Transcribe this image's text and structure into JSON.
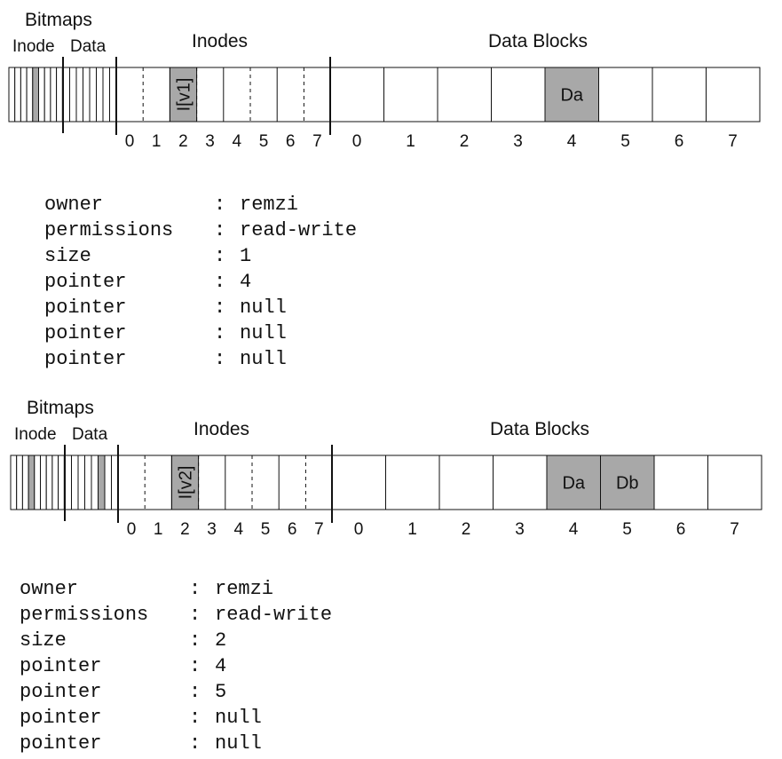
{
  "colors": {
    "filled": "#a8a8a8",
    "empty": "#ffffff",
    "line": "#111111"
  },
  "states": [
    {
      "labels": {
        "bitmaps": "Bitmaps",
        "inode_bitmap": "Inode",
        "data_bitmap": "Data",
        "inodes": "Inodes",
        "data_blocks": "Data Blocks"
      },
      "inode_bitmap": [
        0,
        0,
        0,
        0,
        1,
        0,
        0,
        0,
        0
      ],
      "data_bitmap": [
        0,
        0,
        0,
        0,
        0,
        0,
        0,
        0
      ],
      "inode_table": [
        "",
        "",
        "I[v1]",
        "",
        "",
        "",
        "",
        ""
      ],
      "inode_numbers": [
        "0",
        "1",
        "2",
        "3",
        "4",
        "5",
        "6",
        "7"
      ],
      "data_blocks": [
        "",
        "",
        "",
        "",
        "Da",
        "",
        "",
        ""
      ],
      "block_numbers": [
        "0",
        "1",
        "2",
        "3",
        "4",
        "5",
        "6",
        "7"
      ],
      "inode_detail": [
        {
          "key": "owner",
          "value": "remzi"
        },
        {
          "key": "permissions",
          "value": "read-write"
        },
        {
          "key": "size",
          "value": "1"
        },
        {
          "key": "pointer",
          "value": "4"
        },
        {
          "key": "pointer",
          "value": "null"
        },
        {
          "key": "pointer",
          "value": "null"
        },
        {
          "key": "pointer",
          "value": "null"
        }
      ]
    },
    {
      "labels": {
        "bitmaps": "Bitmaps",
        "inode_bitmap": "Inode",
        "data_bitmap": "Data",
        "inodes": "Inodes",
        "data_blocks": "Data Blocks"
      },
      "inode_bitmap": [
        0,
        0,
        0,
        1,
        0,
        0,
        0,
        0,
        0
      ],
      "data_bitmap": [
        0,
        0,
        0,
        0,
        0,
        1,
        0,
        0
      ],
      "inode_table": [
        "",
        "",
        "I[v2]",
        "",
        "",
        "",
        "",
        ""
      ],
      "inode_numbers": [
        "0",
        "1",
        "2",
        "3",
        "4",
        "5",
        "6",
        "7"
      ],
      "data_blocks": [
        "",
        "",
        "",
        "",
        "Da",
        "Db",
        "",
        ""
      ],
      "block_numbers": [
        "0",
        "1",
        "2",
        "3",
        "4",
        "5",
        "6",
        "7"
      ],
      "inode_detail": [
        {
          "key": "owner",
          "value": "remzi"
        },
        {
          "key": "permissions",
          "value": "read-write"
        },
        {
          "key": "size",
          "value": "2"
        },
        {
          "key": "pointer",
          "value": "4"
        },
        {
          "key": "pointer",
          "value": "5"
        },
        {
          "key": "pointer",
          "value": "null"
        },
        {
          "key": "pointer",
          "value": "null"
        }
      ]
    }
  ]
}
